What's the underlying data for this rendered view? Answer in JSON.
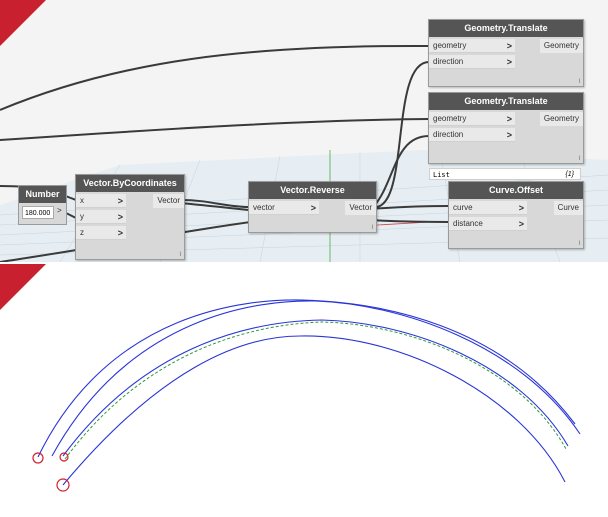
{
  "nodes": {
    "number": {
      "title": "Number",
      "value": "180.000",
      "arrow": ">"
    },
    "vector_by_coordinates": {
      "title": "Vector.ByCoordinates",
      "inputs": [
        "x",
        "y",
        "z"
      ],
      "output": "Vector",
      "lacing": "l"
    },
    "vector_reverse": {
      "title": "Vector.Reverse",
      "inputs": [
        "vector"
      ],
      "output": "Vector",
      "lacing": "l"
    },
    "geometry_translate_1": {
      "title": "Geometry.Translate",
      "inputs": [
        "geometry",
        "direction"
      ],
      "output": "Geometry",
      "lacing": "l"
    },
    "geometry_translate_2": {
      "title": "Geometry.Translate",
      "inputs": [
        "geometry",
        "direction"
      ],
      "output": "Geometry",
      "lacing": "l"
    },
    "curve_offset": {
      "title": "Curve.Offset",
      "inputs": [
        "curve",
        "distance"
      ],
      "output": "Curve",
      "lacing": "l"
    }
  },
  "watch": {
    "label": "List",
    "count": "{1}"
  },
  "icons": {
    "port_chevron": ">"
  },
  "colors": {
    "accent_red": "#c8202f",
    "node_header": "#555555",
    "curve_blue": "#2a35d6",
    "curve_green": "#2e9a3c"
  }
}
